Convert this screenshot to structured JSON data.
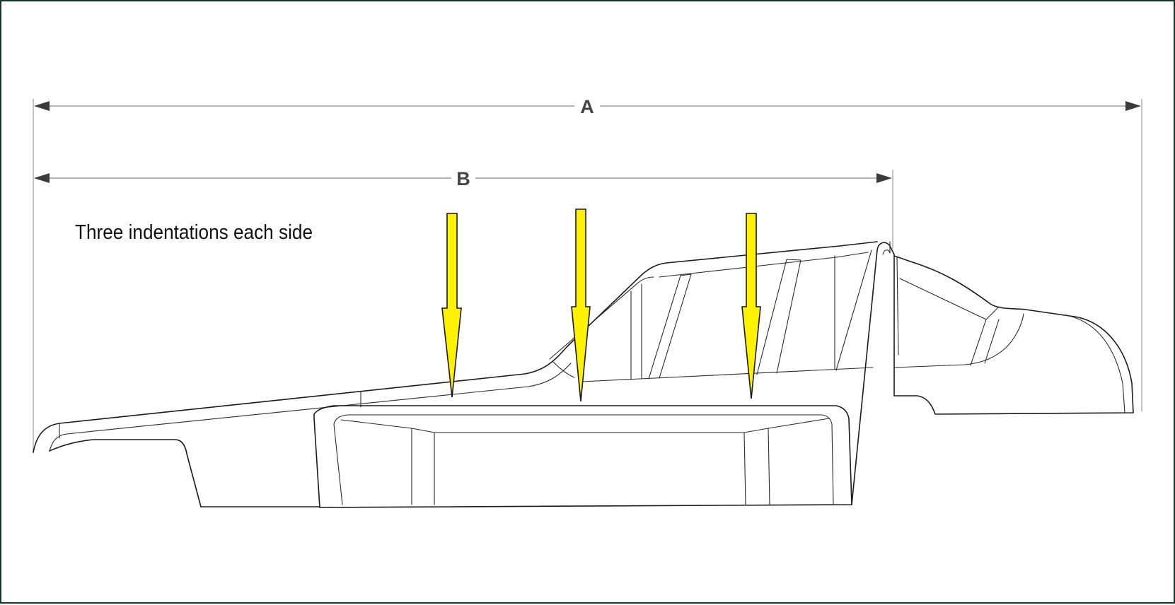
{
  "dimensions": {
    "overall_length_label": "A",
    "partial_length_label": "B"
  },
  "note": {
    "text": "Three indentations each side"
  },
  "callouts": {
    "count": 3,
    "color": "#fff200"
  },
  "colors": {
    "frame_border": "#14362a",
    "background": "#ffffff"
  }
}
